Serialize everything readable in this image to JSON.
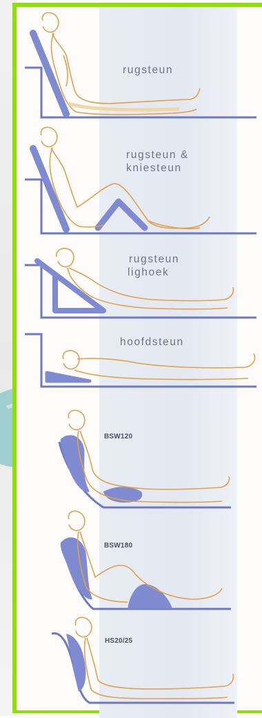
{
  "panels": [
    {
      "id": "rugsteun",
      "lines": [
        "rugsteun"
      ]
    },
    {
      "id": "rugsteun-kniesteun",
      "lines": [
        "rugsteun &",
        "kniesteun"
      ]
    },
    {
      "id": "rugsteun-lighoek",
      "lines": [
        "rugsteun",
        "lighoek"
      ]
    },
    {
      "id": "hoofdsteun",
      "lines": [
        "hoofdsteun"
      ]
    },
    {
      "id": "bsw120",
      "lines": [
        "BSW120"
      ]
    },
    {
      "id": "bsw180",
      "lines": [
        "BSW180"
      ]
    },
    {
      "id": "hs20-25",
      "lines": [
        "HS20/25"
      ]
    }
  ],
  "colors": {
    "frame": "#8ee000",
    "support": "#6d79c4",
    "support_fill": "#7f8bd0",
    "body_outline": "#e0a04c",
    "body_shadow": "#f2d6a8",
    "label": "#6f7386",
    "teal": "#8fc4c8"
  }
}
